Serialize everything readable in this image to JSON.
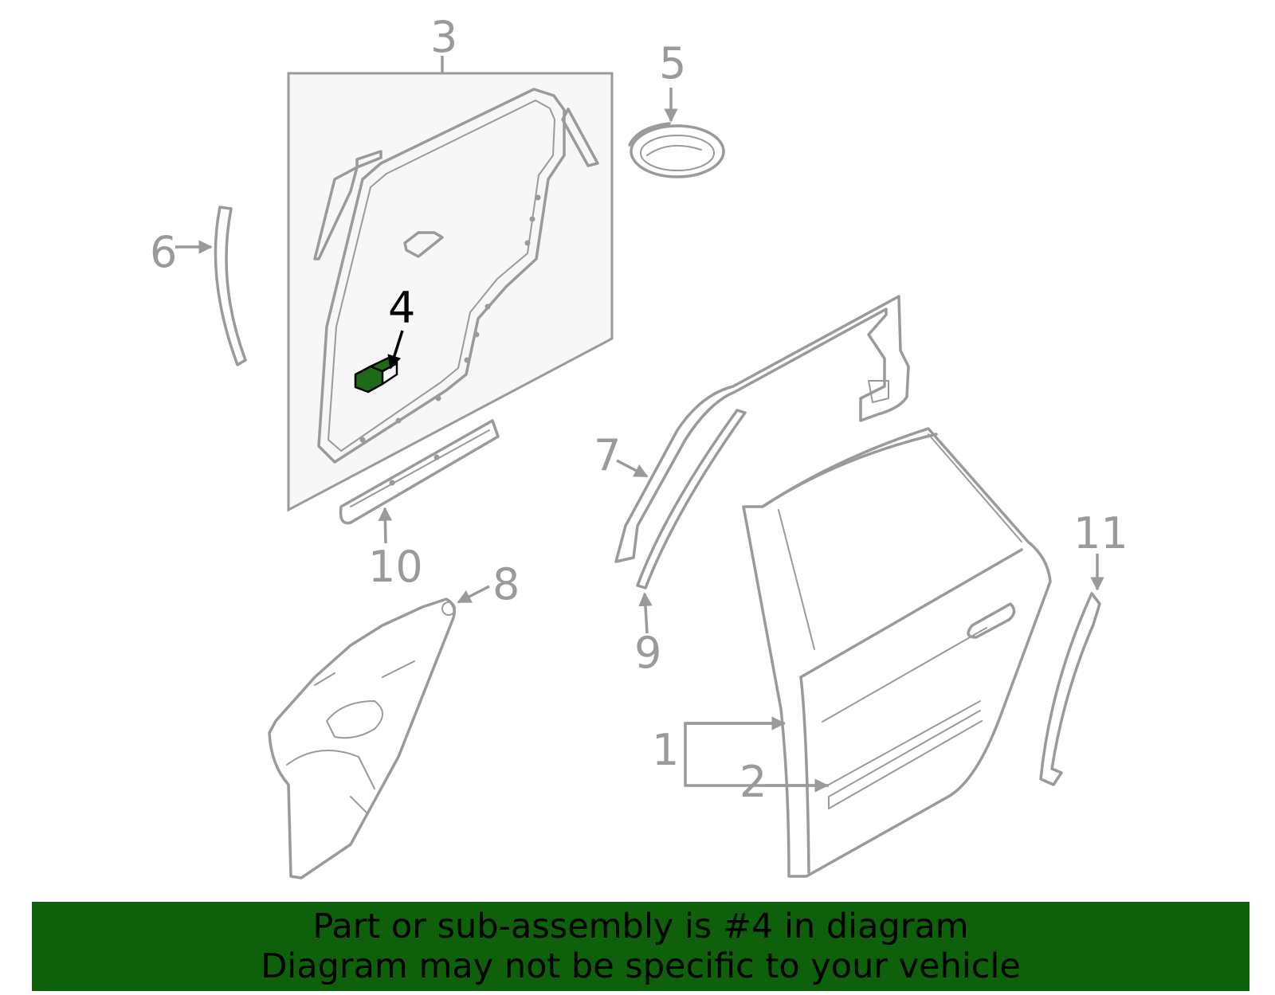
{
  "diagram": {
    "callouts": {
      "c1": "1",
      "c2": "2",
      "c3": "3",
      "c4": "4",
      "c5": "5",
      "c6": "6",
      "c7": "7",
      "c8": "8",
      "c9": "9",
      "c10": "10",
      "c11": "11"
    },
    "highlighted_part": "4",
    "colors": {
      "line": "#9a9a9a",
      "highlight_fill": "#1f6a16",
      "banner": "#0f600a",
      "panel": "#f7f7f7"
    }
  },
  "banner": {
    "line1": "Part or sub-assembly is #4 in diagram",
    "line2": "Diagram may not be specific to your vehicle"
  }
}
